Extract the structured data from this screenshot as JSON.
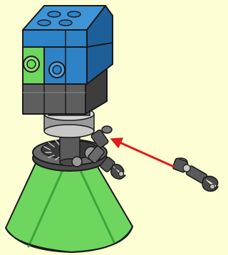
{
  "illustration": {
    "kind": "lego-assembly-step",
    "parts": [
      "cone-base",
      "turntable",
      "neck-cylinder",
      "head-block",
      "eye-green",
      "eye-blue",
      "robot-arm",
      "attached-arm",
      "mounted-arm"
    ],
    "step_arrow": "red"
  },
  "colors": {
    "background": "#fefed4",
    "outline": "#1a1a1a",
    "cone": "#6ed55e",
    "blue_block": "#2e82c6",
    "green_eye": "#6ed55e",
    "blue_eye": "#2e82c6",
    "gray_dark": "#555555",
    "gray_mid": "#8a8a8a",
    "gray_light": "#c8c8c8",
    "arrow": "#e01b1b"
  }
}
